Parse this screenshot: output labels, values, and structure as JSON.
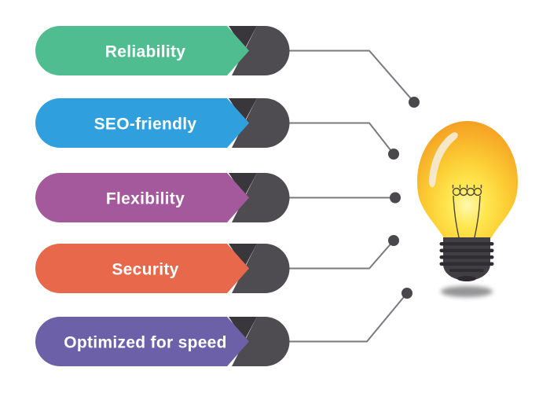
{
  "diagram": {
    "features": [
      {
        "label": "Reliability",
        "color": "#50BD90"
      },
      {
        "label": "SEO-friendly",
        "color": "#2FA0DD"
      },
      {
        "label": "Flexibility",
        "color": "#A3599C"
      },
      {
        "label": "Security",
        "color": "#E8684B"
      },
      {
        "label": "Optimized for speed",
        "color": "#6C60A9"
      }
    ],
    "ribbon": {
      "cap_color": "#4E4B51",
      "fold_color": "#3A373C",
      "label_color": "#FFFFFF"
    },
    "connector": {
      "line_color": "#7B797D",
      "dot_color": "#4A484D"
    },
    "bulb": {
      "glass_stops": [
        "#FFF8B0",
        "#FFE852",
        "#FCCF35",
        "#F7AC27",
        "#F2961F"
      ],
      "highlight_color": "#F4EAD0",
      "filament_color": "#4B4633",
      "base_color": "#413E44",
      "thread_color": "#2F2C32",
      "tip_color": "#2D2A30",
      "shadow_color": "#3C3C40"
    }
  }
}
